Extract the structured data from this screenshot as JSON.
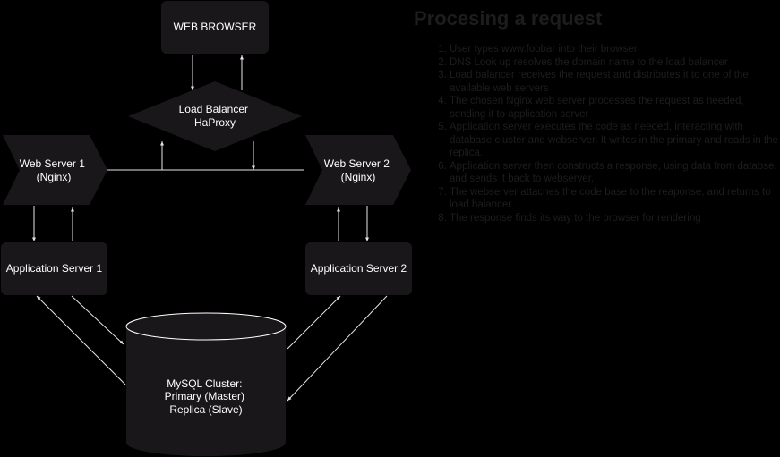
{
  "colors": {
    "background": "#000000",
    "node_fill": "#1a171b",
    "node_text": "#ffffff",
    "connector": "#e6e6e6",
    "panel_text": "#1d1d1d"
  },
  "nodes": {
    "web_browser": "WEB BROWSER",
    "load_balancer": [
      "Load Balancer",
      "HaProxy"
    ],
    "web_server_1": [
      "Web Server 1",
      "(Nginx)"
    ],
    "web_server_2": [
      "Web Server 2",
      "(Nginx)"
    ],
    "app_server_1": "Application Server 1",
    "app_server_2": "Application Server 2",
    "database": [
      "MySQL Cluster:",
      "Primary (Master)",
      "Replica (Slave)"
    ]
  },
  "panel": {
    "title": "Procesing a request",
    "steps": [
      "User types www.foobar into their browser",
      "DNS Look up resolves the domain name to the load balancer",
      "Load balancer receives the request and distributes it to one of the available web servers",
      "The chosen Nginx web server processes the request as needed, sending it to application server",
      "Application server executes the code as needed, interacting with database cluster and webserver. It writes in the primary and reads in the replica.",
      "Application server then constructs a response, using data from databse, and sends it back to webserver.",
      "The webserver attaches the code base to the reaponse, and returns to load balancer.",
      "The response finds its way to the browser for rendering"
    ]
  }
}
